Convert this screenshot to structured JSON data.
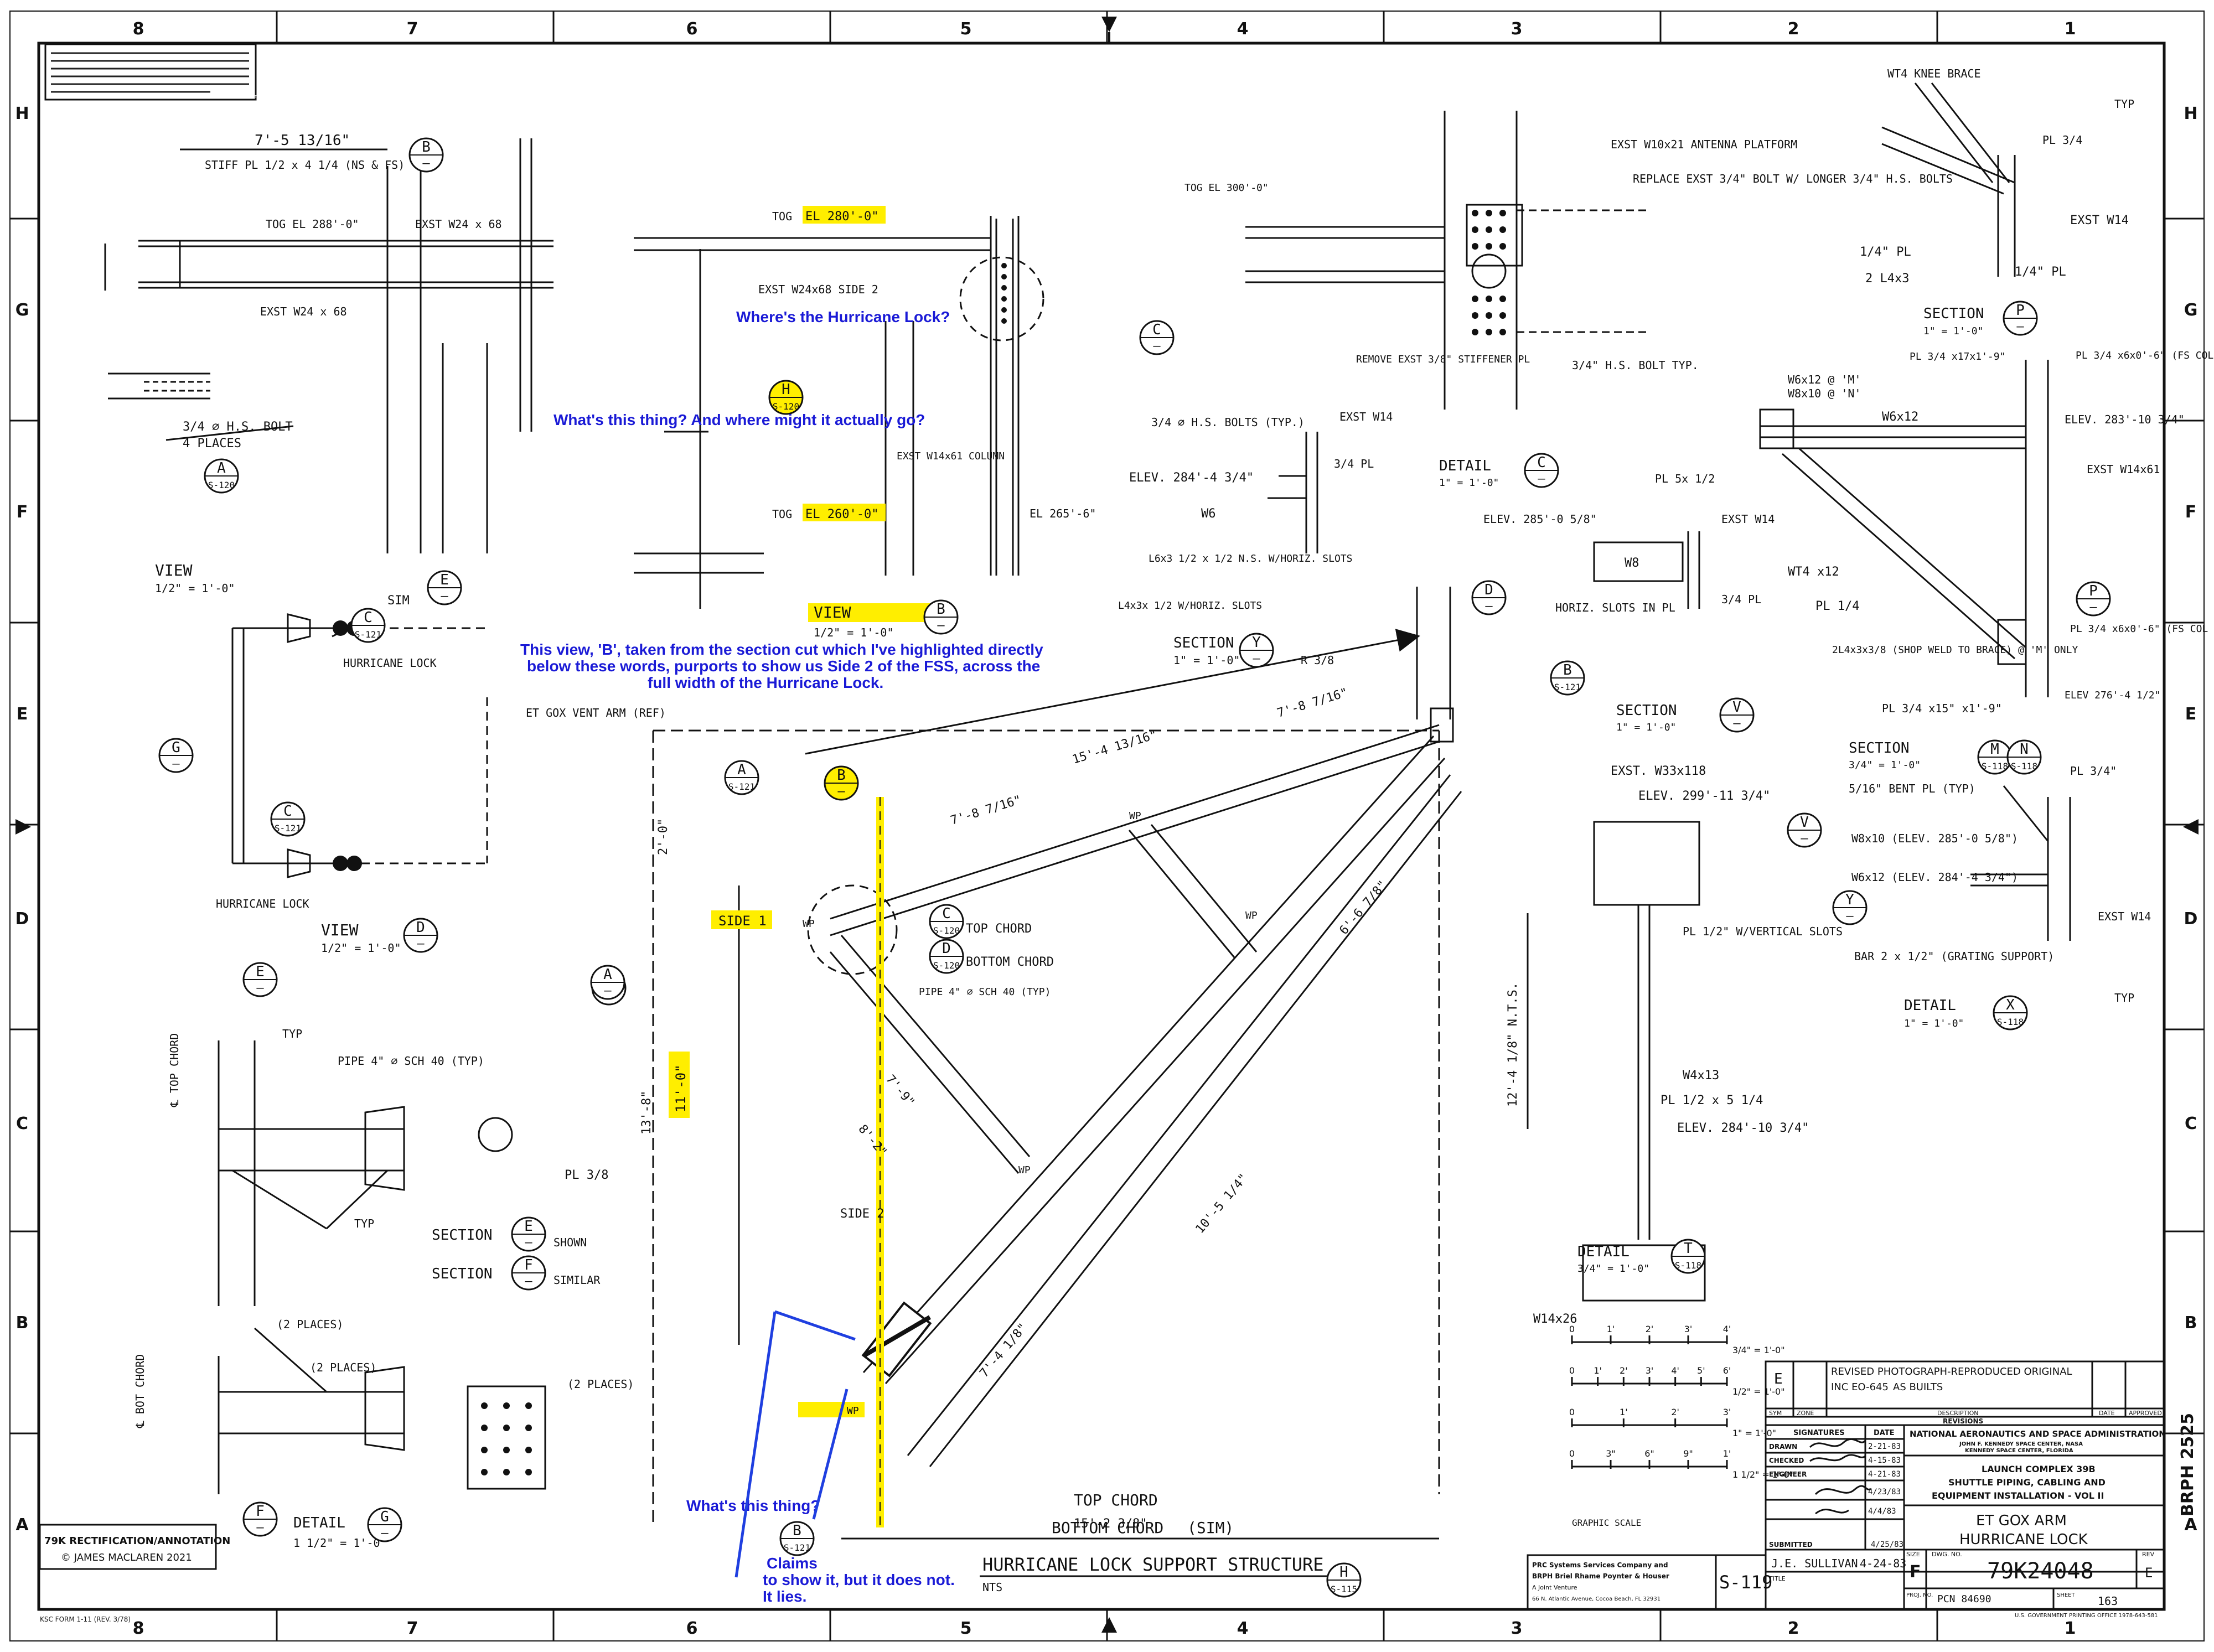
{
  "colors": {
    "ink": "#111111",
    "highlight": "#ffee00",
    "annotation": "#1a1ad6",
    "annotation_line": "#1f3fe0",
    "paper": "#ffffff"
  },
  "border": {
    "columns": [
      "8",
      "7",
      "6",
      "5",
      "4",
      "3",
      "2",
      "1"
    ],
    "rows": [
      "H",
      "G",
      "F",
      "E",
      "D",
      "C",
      "B",
      "A"
    ]
  },
  "notice": "NOTICE — THIS DRAWING IS THE PROPERTY OF THE GOVERNMENT. REPRODUCTION OR USE FOR OTHER THAN GOVERNMENT PURPOSES IS PROHIBITED UNLESS AUTHORIZED.",
  "views": {
    "stiff": "STIFF PL 1/2 x 4 1/4 (NS & FS)",
    "tog_288": "TOG EL 288'-0\"",
    "exst_w24_68_top": "EXST W24 x 68",
    "exst_w24_68_bot": "EXST W24 x 68",
    "hs_bolt": "3/4 ∅ H.S. BOLT",
    "four_places": "4 PLACES",
    "dim_7_5": "7'-5 13/16\"",
    "tog_280_prefix": "TOG",
    "tog_280": "EL 280'-0\"",
    "tog_260_prefix": "TOG",
    "tog_260": "EL 260'-0\"",
    "exst_side2": "EXST W24x68 SIDE 2",
    "exst_w14_61": "EXST W14x61 COLUMN",
    "el_265": "EL 265'-6\"",
    "view_b_label": "VIEW",
    "view_b_scale": "1/2\" = 1'-0\"",
    "view_a_label": "VIEW",
    "view_a_scale": "1/2\" = 1'-0\"",
    "hurricane_lock_1": "HURRICANE LOCK",
    "hurricane_lock_2": "HURRICANE LOCK",
    "et_gox": "ET GOX VENT ARM (REF)",
    "sim": "SIM",
    "view_d_label": "VIEW",
    "view_d_scale": "1/2\" = 1'-0\"",
    "top_chord_side": "℄ TOP CHORD",
    "bot_chord_side": "℄ BOT CHORD",
    "pipe_4": "PIPE 4\" ∅ SCH 40 (TYP)",
    "pl_38": "PL 3/8",
    "two_places": "(2 PLACES)",
    "two_places_b": "(2 PLACES)",
    "two_places_c": "(2 PLACES)",
    "typ": "TYP",
    "section_e": "SECTION",
    "shown": "SHOWN",
    "section_f": "SECTION",
    "similar": "SIMILAR",
    "detail_g": "DETAIL",
    "detail_g_scale": "1 1/2\" = 1'-0\"",
    "exst_w10": "EXST W10x21 ANTENNA PLATFORM",
    "replace_bolt": "REPLACE EXST 3/4\" BOLT W/ LONGER 3/4\" H.S. BOLTS",
    "tog_300": "TOG EL 300'-0\"",
    "remove_stiff": "REMOVE EXST 3/8\" STIFFENER PL",
    "hs_bolt_typ": "3/4\" H.S. BOLT TYP.",
    "hs_bolts_typ2": "3/4 ∅ H.S. BOLTS (TYP.)",
    "exst_w14": "EXST W14",
    "elev_284": "ELEV. 284'-4 3/4\"",
    "pl_34": "3/4 PL",
    "l6_slots": "L6x3 1/2 x 1/2 N.S. W/HORIZ. SLOTS",
    "l4_slots": "L4x3x 1/2 W/HORIZ. SLOTS",
    "section_y": "SECTION",
    "section_y_scale": "1\" = 1'-0\"",
    "detail_c": "DETAIL",
    "detail_c_scale": "1\" = 1'-0\"",
    "elev_285": "ELEV. 285'-0 5/8\"",
    "pl_5x12": "PL 5x 1/2",
    "exst_w14_b": "EXST W14",
    "w8": "W8",
    "w6": "W6",
    "horiz_slots": "HORIZ. SLOTS IN PL",
    "pl_34b": "3/4 PL",
    "section_v": "SECTION",
    "section_v_scale": "1\" = 1'-0\"",
    "wt4_knee": "WT4 KNEE BRACE",
    "pl_34c": "PL 3/4",
    "exst_w14_c": "EXST W14",
    "quarter_pl": "1/4\" PL",
    "two_l4x3": "2 L4x3",
    "section_p": "SECTION",
    "section_p_scale": "1\" = 1'-0\"",
    "w6x12_m": "W6x12 @ 'M'",
    "w8x10_n": "W8x10 @ 'N'",
    "pl_fs_col": "PL 3/4 x17x1'-9\"",
    "pl_fs_col_flange": "PL 3/4 x6x0'-6\" (FS COL FLANGE)",
    "w6x12": "W6x12",
    "elev_283": "ELEV. 283'-10 3/4\"",
    "exst_w14_61b": "EXST W14x61",
    "wt4x12": "WT4 x12",
    "pl_14": "PL 1/4",
    "two_l4_shop": "2L4x3x3/8 (SHOP WELD TO BRACE) @ 'M' ONLY",
    "pl_fs_col_flange2": "PL 3/4 x6x0'-6\" (FS COL FLANGE)",
    "pl_34x15": "PL 3/4 x15\" x1'-9\"",
    "elev_276": "ELEV 276'-4 1/2\"",
    "section_mn": "SECTION",
    "section_mn_scale": "3/4\" = 1'-0\"",
    "bent_pl": "5/16\" BENT PL (TYP)",
    "w8x10": "W8x10 (ELEV. 285'-0 5/8\")",
    "w6x12b": "W6x12 (ELEV. 284'-4 3/4\")",
    "pl_34d": "PL 3/4\"",
    "exst_w14_d": "EXST W14",
    "bar_grating": "BAR 2 x 1/2\" (GRATING SUPPORT)",
    "detail_x": "DETAIL",
    "detail_x_scale": "1\" = 1'-0\"",
    "exst_w33": "EXST. W33x118",
    "elev_299": "ELEV. 299'-11 3/4\"",
    "pl_vertical": "PL 1/2\" W/VERTICAL SLOTS",
    "nts": "12'-4 1/8\" N.T.S.",
    "w4x13": "W4x13",
    "pl_12x514": "PL 1/2 x 5 1/4",
    "elev_284b": "ELEV. 284'-10 3/4\"",
    "w14x26": "W14x26",
    "detail_t": "DETAIL",
    "detail_t_scale": "3/4\" = 1'-0\"",
    "graphic_scale": "GRAPHIC SCALE",
    "top_chord_l": "TOP CHORD",
    "bottom_chord_l": "BOTTOM CHORD",
    "side_1": "SIDE 1",
    "side_2": "SIDE 2",
    "dim_15_4": "15'-4 13/16\"",
    "dim_7_8a": "7'-8 7/16\"",
    "dim_7_8b": "7'-8 7/16\"",
    "dim_15_2": "15'-2 3/8\"",
    "dim_2_0": "2'-0\"",
    "dim_13_8": "13'-8\"",
    "dim_11_0": "11'-0\"",
    "dim_10_5": "10'-5 1/4\"",
    "dim_6_6": "6'-6 7/8\"",
    "dim_8_2": "8'-2\"",
    "dim_7_9": "7'-9\"",
    "dim_7_4": "7'-4 1/8\"",
    "wp": "WP",
    "chord_title_top": "TOP CHORD",
    "chord_title_bot": "BOTTOM CHORD",
    "sim_paren": "(SIM)",
    "hl_title": "HURRICANE LOCK SUPPORT STRUCTURE",
    "hl_nts": "NTS",
    "r_38": "R 3/8"
  },
  "callouts": [
    {
      "letter": "B",
      "sheet": "—"
    },
    {
      "letter": "A",
      "sheet": "S-120"
    },
    {
      "letter": "C",
      "sheet": "—"
    },
    {
      "letter": "H",
      "sheet": "S-120"
    },
    {
      "letter": "B",
      "sheet": "—"
    },
    {
      "letter": "A",
      "sheet": "—"
    },
    {
      "letter": "C",
      "sheet": "S-121"
    },
    {
      "letter": "G",
      "sheet": "—"
    },
    {
      "letter": "C",
      "sheet": "S-121"
    },
    {
      "letter": "D",
      "sheet": "—"
    },
    {
      "letter": "E",
      "sheet": "—"
    },
    {
      "letter": "A",
      "sheet": "—"
    },
    {
      "letter": "E",
      "sheet": "—"
    },
    {
      "letter": "F",
      "sheet": "—"
    },
    {
      "letter": "F",
      "sheet": "—"
    },
    {
      "letter": "G",
      "sheet": "—"
    },
    {
      "letter": "C",
      "sheet": "—"
    },
    {
      "letter": "Y",
      "sheet": "—"
    },
    {
      "letter": "D",
      "sheet": "—"
    },
    {
      "letter": "B",
      "sheet": "S-121"
    },
    {
      "letter": "V",
      "sheet": "—"
    },
    {
      "letter": "P",
      "sheet": "—"
    },
    {
      "letter": "P",
      "sheet": "—"
    },
    {
      "letter": "M",
      "sheet": "S-118"
    },
    {
      "letter": "N",
      "sheet": "S-118"
    },
    {
      "letter": "V",
      "sheet": "—"
    },
    {
      "letter": "Y",
      "sheet": "—"
    },
    {
      "letter": "X",
      "sheet": "S-118"
    },
    {
      "letter": "T",
      "sheet": "S-118"
    },
    {
      "letter": "A",
      "sheet": "S-121"
    },
    {
      "letter": "B",
      "sheet": "—"
    },
    {
      "letter": "C",
      "sheet": "S-120"
    },
    {
      "letter": "D",
      "sheet": "S-120"
    },
    {
      "letter": "B",
      "sheet": "S-121"
    },
    {
      "letter": "H",
      "sheet": "S-115"
    },
    {
      "letter": "E",
      "sheet": "—"
    }
  ],
  "annotations": {
    "hurricane_lock_q": "Where's the Hurricane Lock?",
    "whats_this": "What's this thing? And where might it actually go?",
    "view_b_note_1": "This view, 'B', taken from the section cut which I've highlighted directly",
    "view_b_note_2": "below these words, purports to show us Side 2 of the FSS, across the",
    "view_b_note_3": "full width of the Hurricane Lock.",
    "whats_this_2": "What's this thing?",
    "claims_1": "Claims",
    "claims_2": "to show it, but it does not.",
    "claims_3": "It lies."
  },
  "scales": [
    {
      "label": "3/4\" = 1'-0\"",
      "ticks": [
        "0",
        "1'",
        "2'",
        "3'",
        "4'"
      ]
    },
    {
      "label": "1/2\" = 1'-0\"",
      "ticks": [
        "0",
        "1'",
        "2'",
        "3'",
        "4'",
        "5'",
        "6'"
      ]
    },
    {
      "label": "1\" = 1'-0\"",
      "ticks": [
        "0",
        "1'",
        "2'",
        "3'"
      ]
    },
    {
      "label": "1 1/2\" = 1'-0\"",
      "ticks": [
        "0",
        "3\"",
        "6\"",
        "9\"",
        "1'"
      ]
    }
  ],
  "title_block": {
    "rev_letter": "E",
    "rev_desc_1": "REVISED PHOTOGRAPH-REPRODUCED ORIGINAL",
    "rev_desc_2": "INC EO-645",
    "rev_desc_3": "AS BUILTS",
    "rev_headers": [
      "SYM",
      "ZONE",
      "DESCRIPTION",
      "DATE",
      "APPROVED"
    ],
    "revisions": "REVISIONS",
    "signatures": "SIGNATURES",
    "date": "DATE",
    "rows": [
      {
        "role": "DRAWN",
        "date": "2-21-83"
      },
      {
        "role": "CHECKED",
        "date": "4-15-83"
      },
      {
        "role": "ENGINEER",
        "date": "4-21-83"
      },
      {
        "role": "",
        "date": "4/23/83"
      },
      {
        "role": "",
        "date": "4/4/83"
      }
    ],
    "agency": "NATIONAL AERONAUTICS AND SPACE ADMINISTRATION",
    "agency_2": "JOHN F. KENNEDY SPACE CENTER, NASA",
    "agency_3": "KENNEDY SPACE CENTER, FLORIDA",
    "project_1": "LAUNCH COMPLEX 39B",
    "project_2": "SHUTTLE PIPING, CABLING AND",
    "project_3": "EQUIPMENT INSTALLATION - VOL II",
    "sheet_title_1": "ET GOX ARM",
    "sheet_title_2": "HURRICANE LOCK",
    "submitted": "SUBMITTED",
    "submitted_date": "4/25/83",
    "firm_1": "PRC Systems Services Company and",
    "firm_2": "BRPH Briel Rhame Poynter & Houser",
    "firm_3": "A Joint Venture",
    "firm_4": "66 N. Atlantic Avenue, Cocoa Beach, FL 32931",
    "sheet_code": "S-119",
    "engineer": "J.E. SULLIVAN",
    "engineer_date": "4-24-83",
    "title_label": "TITLE",
    "size_label": "SIZE",
    "size": "F",
    "dwg_no_label": "DWG. NO.",
    "dwg_no": "79K24048",
    "rev_label": "REV",
    "rev": "E",
    "pcn_label": "PROJ. NO.",
    "pcn": "PCN 84690",
    "sheet_label": "SHEET",
    "sheet": "163",
    "brph_no": "BRPH 2525",
    "gpo": "U.S. GOVERNMENT PRINTING OFFICE 1978-643-581"
  },
  "credit_1": "79K RECTIFICATION/ANNOTATION",
  "credit_2": "© JAMES MACLAREN 2021",
  "ksc_form": "KSC FORM 1-11 (REV. 3/78)"
}
